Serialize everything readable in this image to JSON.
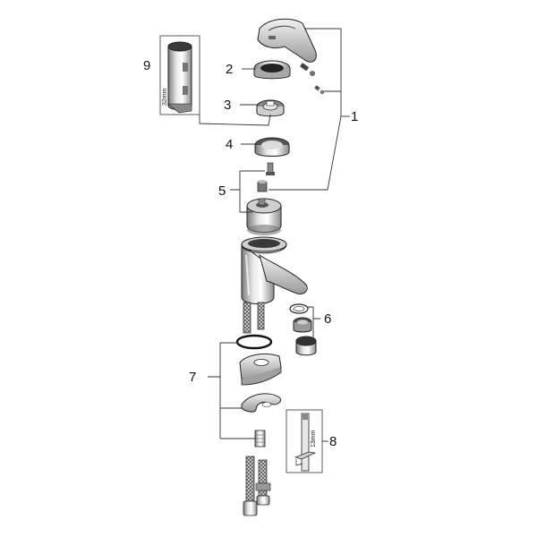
{
  "diagram": {
    "type": "exploded-parts-view",
    "colors": {
      "line": "#333333",
      "metal_light": "#e6e6e6",
      "metal_mid": "#bdbdbd",
      "metal_dark": "#6f6f6f",
      "background": "#ffffff"
    },
    "callouts": [
      {
        "number": "1"
      },
      {
        "number": "2"
      },
      {
        "number": "3"
      },
      {
        "number": "4"
      },
      {
        "number": "5"
      },
      {
        "number": "6"
      },
      {
        "number": "7"
      },
      {
        "number": "8"
      },
      {
        "number": "9"
      }
    ],
    "tool_labels": {
      "tool_9": "32mm",
      "tool_8": "13mm"
    }
  }
}
